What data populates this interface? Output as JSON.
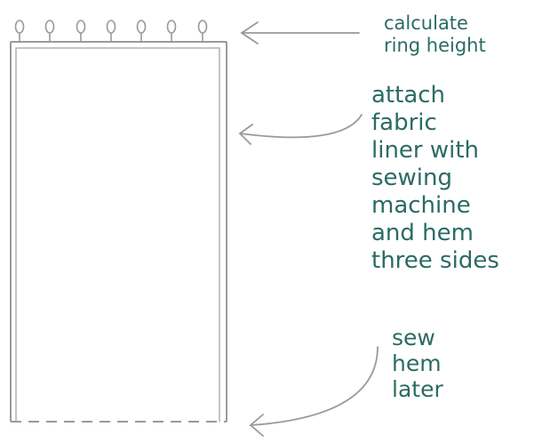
{
  "labels": {
    "top": "calculate\nring height",
    "middle": "attach\nfabric\nliner with\nsewing\nmachine\nand hem\nthree sides",
    "bottom": "sew\nhem\nlater"
  },
  "colors": {
    "label_text": "#2b6b64",
    "curtain_outline": "#9a9a9a",
    "arrow": "#9a9a9a"
  },
  "curtain": {
    "ring_count": 7,
    "ring_icon": "curtain-ring-icon",
    "bottom_hem": "dashed"
  }
}
